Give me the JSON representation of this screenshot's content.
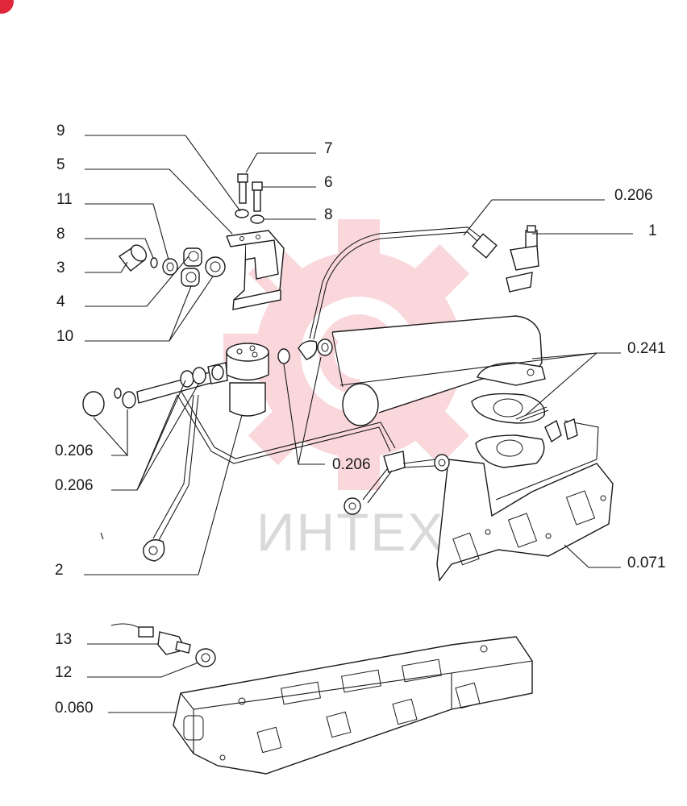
{
  "watermark": {
    "text": "ИНТЕХ",
    "color": "#f5b8be"
  },
  "corner_badge": {
    "color": "#e0283c"
  },
  "callouts": [
    {
      "id": "c9",
      "text": "9"
    },
    {
      "id": "c7",
      "text": "7"
    },
    {
      "id": "c5",
      "text": "5"
    },
    {
      "id": "c6",
      "text": "6"
    },
    {
      "id": "c11",
      "text": "11"
    },
    {
      "id": "c8a",
      "text": "8"
    },
    {
      "id": "c0206a",
      "text": "0.206"
    },
    {
      "id": "c8b",
      "text": "8"
    },
    {
      "id": "c1",
      "text": "1"
    },
    {
      "id": "c3",
      "text": "3"
    },
    {
      "id": "c4",
      "text": "4"
    },
    {
      "id": "c10",
      "text": "10"
    },
    {
      "id": "c0241",
      "text": "0.241"
    },
    {
      "id": "c0206b",
      "text": "0.206"
    },
    {
      "id": "c0206c",
      "text": "0.206"
    },
    {
      "id": "c0206d",
      "text": "0.206"
    },
    {
      "id": "c0071",
      "text": "0.071"
    },
    {
      "id": "c2",
      "text": "2"
    },
    {
      "id": "c13",
      "text": "13"
    },
    {
      "id": "c12",
      "text": "12"
    },
    {
      "id": "c0060",
      "text": "0.060"
    }
  ]
}
